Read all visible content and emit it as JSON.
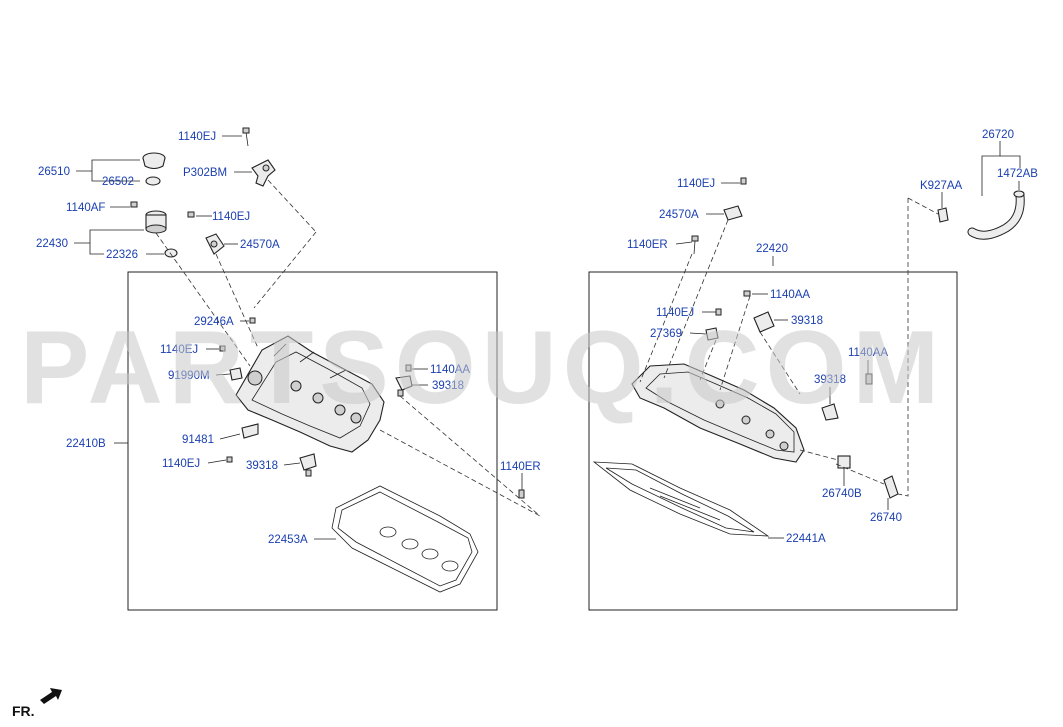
{
  "watermark": "PARTSOUQ.COM",
  "orientation": {
    "label": "FR.",
    "icon": "front-arrow-icon"
  },
  "colors": {
    "label": "#1a3fb0",
    "line": "#222222",
    "watermark": "#c9c9c9"
  },
  "left_assembly": {
    "labels": {
      "l_1140ej_a": "1140EJ",
      "l_26510": "26510",
      "l_26502": "26502",
      "l_p302bm": "P302BM",
      "l_1140af": "1140AF",
      "l_1140ej_b": "1140EJ",
      "l_22430": "22430",
      "l_24570a": "24570A",
      "l_22326": "22326",
      "l_29246a": "29246A",
      "l_1140ej_c": "1140EJ",
      "l_1140aa": "1140AA",
      "l_91990m": "91990M",
      "l_39318_a": "39318",
      "l_22410b": "22410B",
      "l_91481": "91481",
      "l_1140ej_d": "1140EJ",
      "l_39318_b": "39318",
      "l_1140er": "1140ER",
      "l_22453a": "22453A"
    }
  },
  "right_assembly": {
    "labels": {
      "l_26720": "26720",
      "l_1140ej_e": "1140EJ",
      "l_k927aa": "K927AA",
      "l_1472ab": "1472AB",
      "l_24570a_b": "24570A",
      "l_1140er_b": "1140ER",
      "l_22420": "22420",
      "l_1140aa_b": "1140AA",
      "l_1140ej_f": "1140EJ",
      "l_39318_c": "39318",
      "l_27369": "27369",
      "l_1140aa_c": "1140AA",
      "l_39318_d": "39318",
      "l_26740b": "26740B",
      "l_26740": "26740",
      "l_22441a": "22441A"
    }
  }
}
